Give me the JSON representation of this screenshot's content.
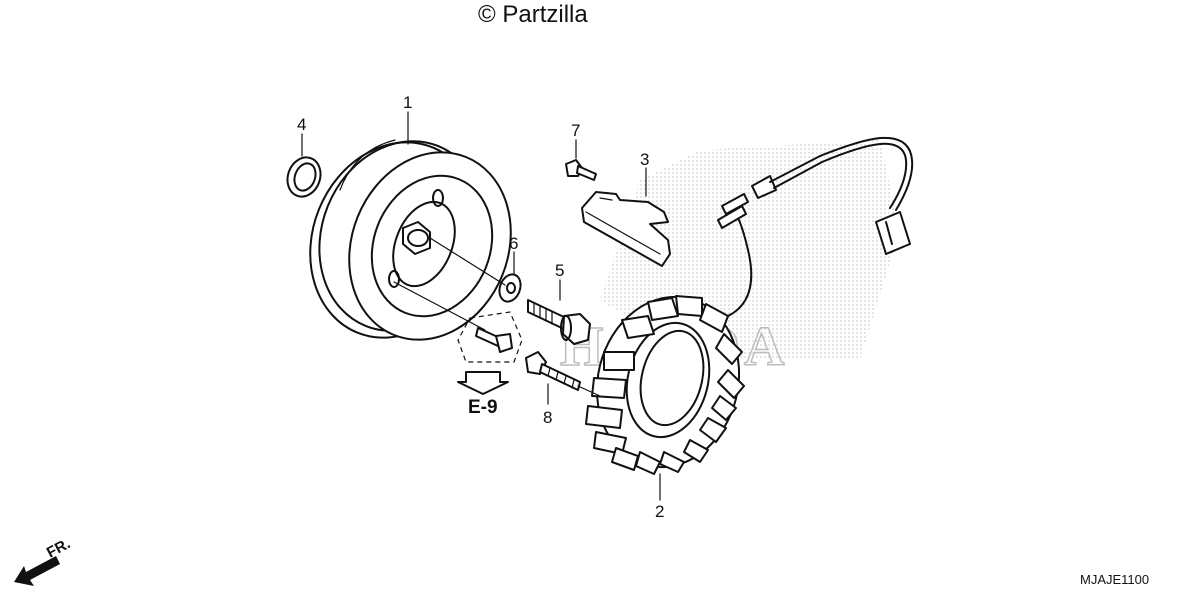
{
  "watermark": {
    "text": "© Partzilla"
  },
  "brand_watermark": {
    "text": "HONDA",
    "color": "#bdbdbd"
  },
  "callouts": [
    {
      "id": "1",
      "label": "1"
    },
    {
      "id": "2",
      "label": "2"
    },
    {
      "id": "3",
      "label": "3"
    },
    {
      "id": "4",
      "label": "4"
    },
    {
      "id": "5",
      "label": "5"
    },
    {
      "id": "6",
      "label": "6"
    },
    {
      "id": "7",
      "label": "7"
    },
    {
      "id": "8",
      "label": "8"
    }
  ],
  "reference": {
    "label": "E-9"
  },
  "direction": {
    "label": "FR."
  },
  "diagram_code": {
    "text": "MJAJE1100"
  }
}
